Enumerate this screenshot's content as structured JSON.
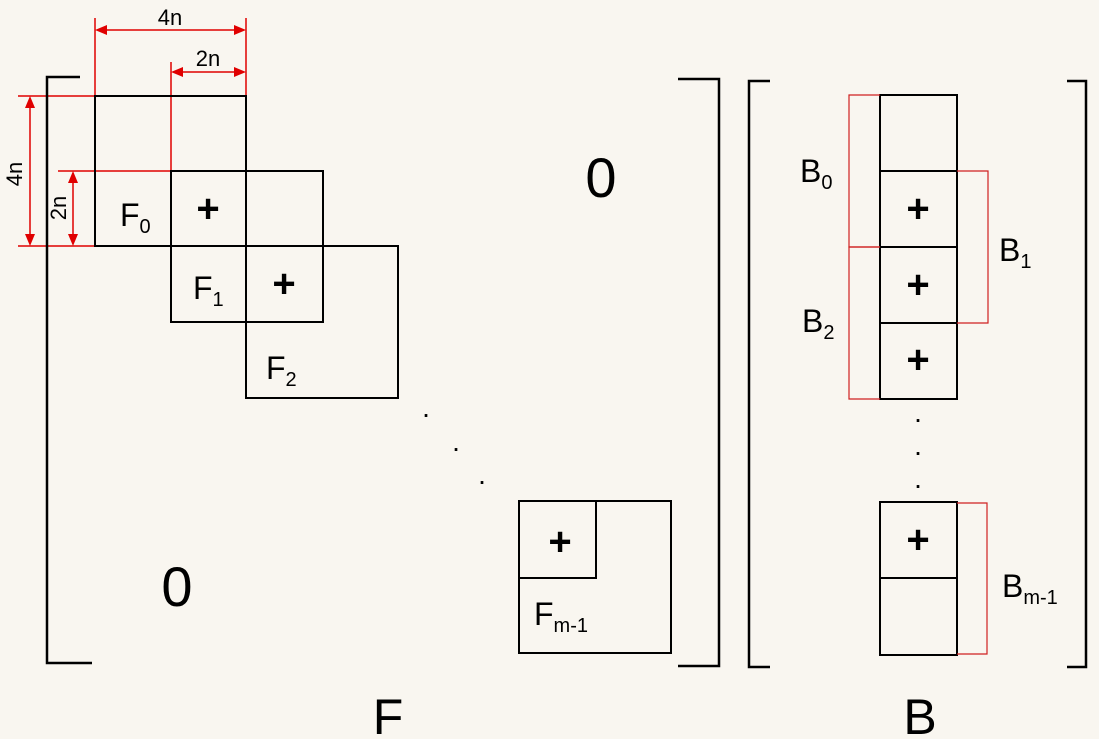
{
  "matrix_f": {
    "name": "F",
    "zero_upper": "0",
    "zero_lower": "0",
    "blocks": [
      {
        "base": "F",
        "sub": "0"
      },
      {
        "base": "F",
        "sub": "1"
      },
      {
        "base": "F",
        "sub": "2"
      },
      {
        "base": "F",
        "sub": "m-1"
      }
    ],
    "overlap_symbol": "+",
    "ellipsis": "."
  },
  "matrix_b": {
    "name": "B",
    "groups": [
      {
        "base": "B",
        "sub": "0"
      },
      {
        "base": "B",
        "sub": "1"
      },
      {
        "base": "B",
        "sub": "2"
      },
      {
        "base": "B",
        "sub": "m-1"
      }
    ],
    "overlap_symbol": "+",
    "ellipsis": "."
  },
  "dimensions": {
    "width_full": "4n",
    "width_half": "2n",
    "height_full": "4n",
    "height_half": "2n"
  },
  "colors": {
    "background": "#f9f6f0",
    "dimension_lines": "#e00000",
    "group_brackets": "#d02020",
    "ink": "#000000"
  }
}
